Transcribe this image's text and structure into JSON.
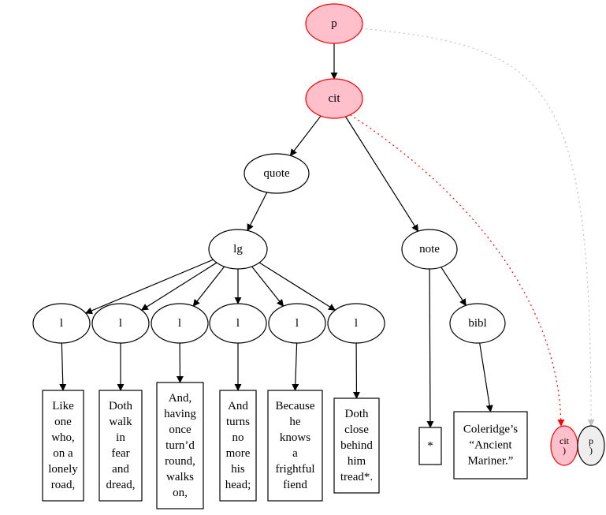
{
  "colors": {
    "highlight_fill": "#ffc0cb",
    "highlight_stroke": "#ff0000",
    "gray_fill": "#eeeeee",
    "gray_edge": "#c0c0c0",
    "node_fill": "#ffffff",
    "stroke": "#000000"
  },
  "nodes": [
    {
      "id": "p",
      "label": "p",
      "style": "highlight"
    },
    {
      "id": "cit",
      "label": "cit",
      "style": "highlight"
    },
    {
      "id": "quote",
      "label": "quote",
      "style": "plain"
    },
    {
      "id": "lg",
      "label": "lg",
      "style": "plain"
    },
    {
      "id": "note",
      "label": "note",
      "style": "plain"
    },
    {
      "id": "l1",
      "label": "l",
      "style": "plain"
    },
    {
      "id": "l2",
      "label": "l",
      "style": "plain"
    },
    {
      "id": "l3",
      "label": "l",
      "style": "plain"
    },
    {
      "id": "l4",
      "label": "l",
      "style": "plain"
    },
    {
      "id": "l5",
      "label": "l",
      "style": "plain"
    },
    {
      "id": "l6",
      "label": "l",
      "style": "plain"
    },
    {
      "id": "bibl",
      "label": "bibl",
      "style": "plain"
    },
    {
      "id": "t1",
      "label": [
        "Like",
        "one",
        "who,",
        "on a",
        "lonely",
        "road,"
      ],
      "style": "box"
    },
    {
      "id": "t2",
      "label": [
        "Doth",
        "walk",
        "in",
        "fear",
        "and",
        "dread,"
      ],
      "style": "box"
    },
    {
      "id": "t3",
      "label": [
        "And,",
        "having",
        "once",
        "turn’d",
        "round,",
        "walks",
        "on,"
      ],
      "style": "box"
    },
    {
      "id": "t4",
      "label": [
        "And",
        "turns",
        "no",
        "more",
        "his",
        "head;"
      ],
      "style": "box"
    },
    {
      "id": "t5",
      "label": [
        "Because",
        "he",
        "knows",
        "a",
        "frightful",
        "fiend"
      ],
      "style": "box"
    },
    {
      "id": "t6",
      "label": [
        "Doth",
        "close",
        "behind",
        "him",
        "tread*."
      ],
      "style": "box"
    },
    {
      "id": "t7",
      "label": [
        "*"
      ],
      "style": "box"
    },
    {
      "id": "t8",
      "label": [
        "Coleridge’s",
        "“Ancient",
        "Mariner.”"
      ],
      "style": "box"
    },
    {
      "id": "cit_close",
      "label": [
        "cit",
        ")"
      ],
      "style": "highlight-small"
    },
    {
      "id": "p_close",
      "label": [
        "p",
        ")"
      ],
      "style": "gray-small"
    }
  ],
  "edges": [
    {
      "from": "p",
      "to": "cit",
      "style": "solid"
    },
    {
      "from": "cit",
      "to": "quote",
      "style": "solid"
    },
    {
      "from": "cit",
      "to": "note",
      "style": "solid"
    },
    {
      "from": "quote",
      "to": "lg",
      "style": "solid"
    },
    {
      "from": "lg",
      "to": "l1",
      "style": "solid"
    },
    {
      "from": "lg",
      "to": "l2",
      "style": "solid"
    },
    {
      "from": "lg",
      "to": "l3",
      "style": "solid"
    },
    {
      "from": "lg",
      "to": "l4",
      "style": "solid"
    },
    {
      "from": "lg",
      "to": "l5",
      "style": "solid"
    },
    {
      "from": "lg",
      "to": "l6",
      "style": "solid"
    },
    {
      "from": "l1",
      "to": "t1",
      "style": "solid"
    },
    {
      "from": "l2",
      "to": "t2",
      "style": "solid"
    },
    {
      "from": "l3",
      "to": "t3",
      "style": "solid"
    },
    {
      "from": "l4",
      "to": "t4",
      "style": "solid"
    },
    {
      "from": "l5",
      "to": "t5",
      "style": "solid"
    },
    {
      "from": "l6",
      "to": "t6",
      "style": "solid"
    },
    {
      "from": "note",
      "to": "t7",
      "style": "solid"
    },
    {
      "from": "note",
      "to": "bibl",
      "style": "solid"
    },
    {
      "from": "bibl",
      "to": "t8",
      "style": "solid"
    },
    {
      "from": "cit",
      "to": "cit_close",
      "style": "dotted-red"
    },
    {
      "from": "p",
      "to": "p_close",
      "style": "dotted-gray"
    }
  ]
}
